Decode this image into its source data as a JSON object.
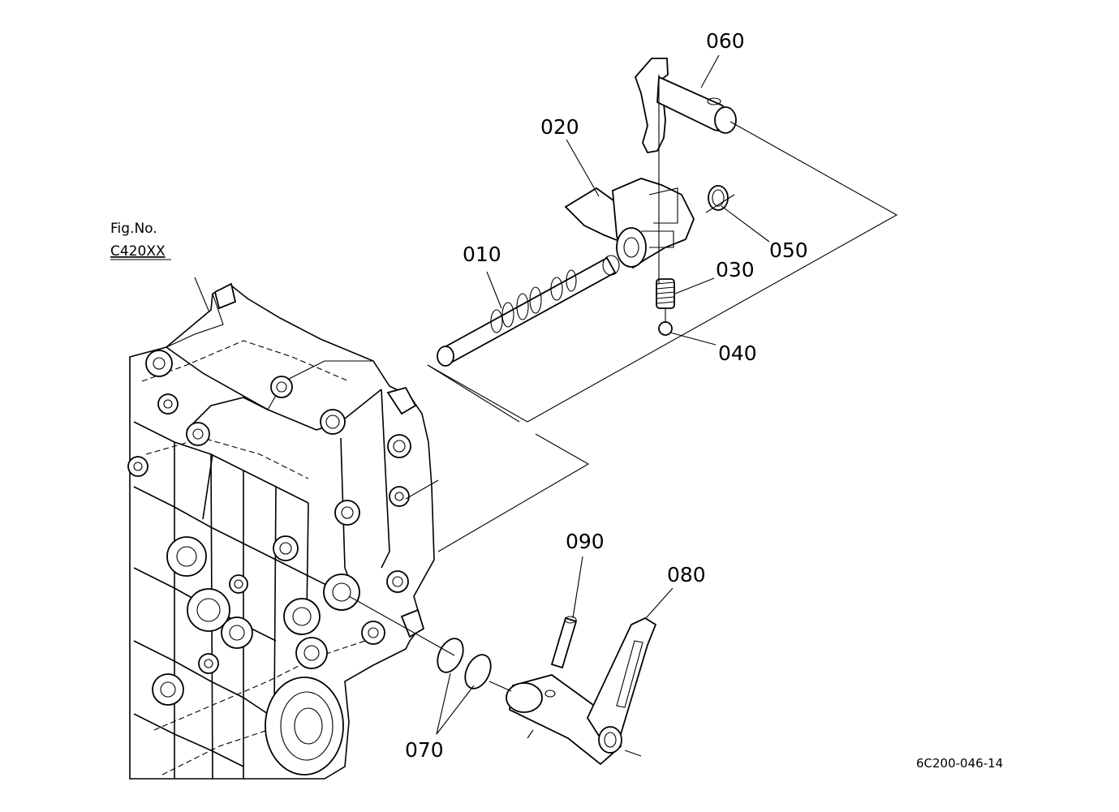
{
  "figure": {
    "label": "Fig.No.",
    "code": "C420XX"
  },
  "drawing_code": "6C200-046-14",
  "callouts": [
    {
      "id": "shaft",
      "text": "010"
    },
    {
      "id": "fork",
      "text": "020"
    },
    {
      "id": "spring",
      "text": "030"
    },
    {
      "id": "ball",
      "text": "040"
    },
    {
      "id": "circlip",
      "text": "050"
    },
    {
      "id": "shift-arm-upper",
      "text": "060"
    },
    {
      "id": "o-rings",
      "text": "070"
    },
    {
      "id": "shift-lever-lower",
      "text": "080"
    },
    {
      "id": "pin",
      "text": "090"
    }
  ]
}
